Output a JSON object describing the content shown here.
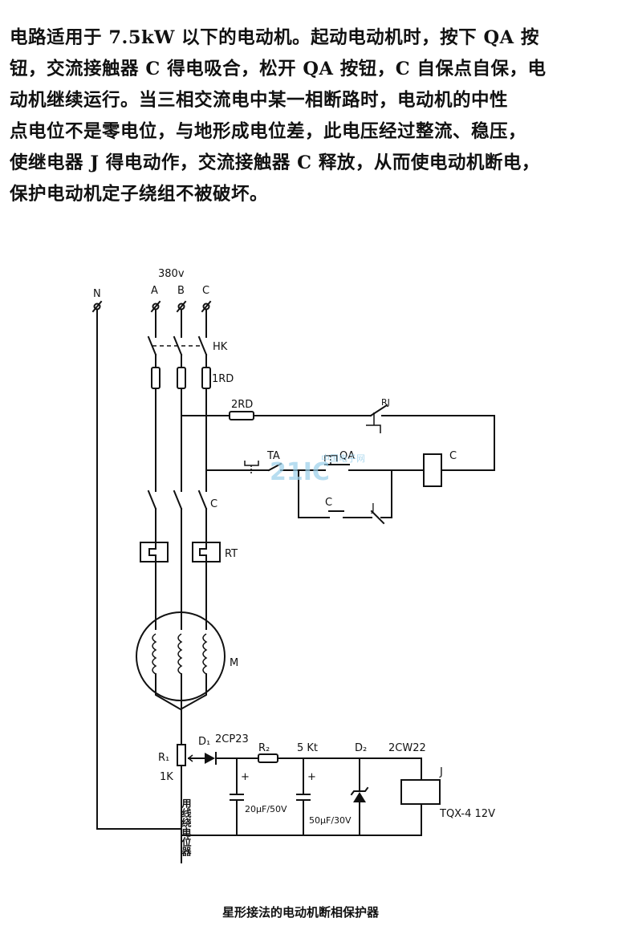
{
  "description": {
    "lines": [
      "电路适用于 7.5kW 以下的电动机。起动电动机时，按下 QA 按",
      "钮，交流接触器 C 得电吸合，松开 QA 按钮，C 自保点自保，电",
      "动机继续运行。当三相交流电中某一相断路时，电动机的中性",
      "点电位不是零电位，与地形成电位差，此电压经过整流、稳压，",
      "使继电器 J 得电动作，交流接触器 C 释放，从而使电动机断电，",
      "保护电动机定子绕组不被破坏。"
    ]
  },
  "diagram": {
    "supply_voltage": "380v",
    "neutral": "N",
    "phases": [
      "A",
      "B",
      "C"
    ],
    "labels": {
      "switch": "HK",
      "main_fuse": "1RD",
      "control_fuse": "2RD",
      "thermal_contact": "RJ",
      "stop_button": "TA",
      "start_button": "QA",
      "coil": "C",
      "self_hold_contact": "C",
      "relay_contact": "J",
      "main_contact": "C",
      "thermal_relay": "RT",
      "motor": "M",
      "r1": "R₁",
      "r1_value": "1K",
      "d1": "D₁",
      "d1_model": "2CP23",
      "r2": "R₂",
      "r2_value": "5 Kt",
      "d2": "D₂",
      "d2_model": "2CW22",
      "c1": "20µF/50V",
      "c2": "50µF/30V",
      "relay_coil": "J",
      "relay_model": "TQX-4 12V",
      "pot_note": "用线绕电位器",
      "plus": "+"
    },
    "watermark": "21IC",
    "watermark_sub": "中国电子网",
    "caption": "星形接法的电动机断相保护器"
  }
}
